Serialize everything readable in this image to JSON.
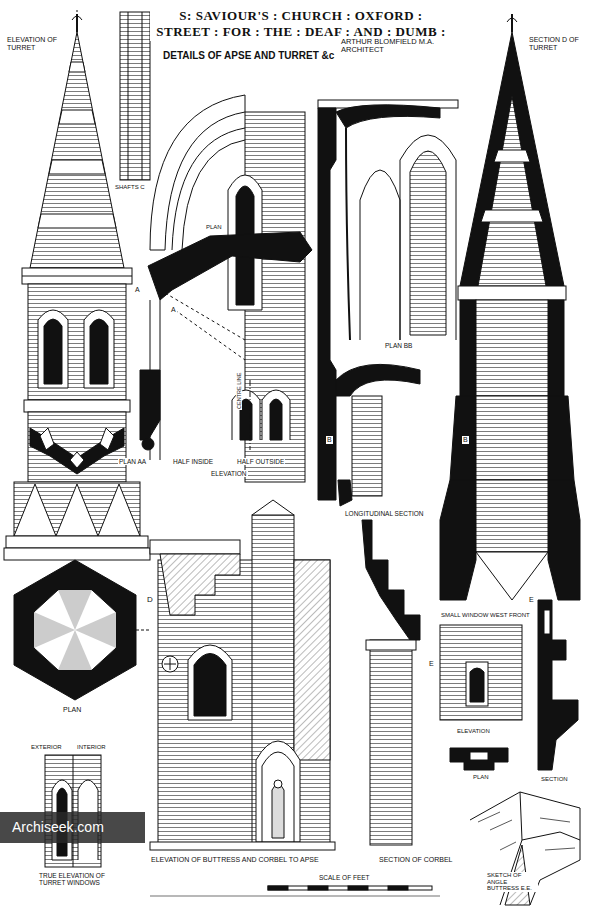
{
  "diagram": {
    "title": "S: SAVIOUR'S : CHURCH : OXFORD : STREET : FOR : THE : DEAF : AND : DUMB :",
    "labels": [
      "ELEVATION OF TURRET",
      "DETAILS OF APSE AND TURRET &c",
      "ARTHUR BLOMFIELD M.A. ARCHITECT",
      "SECTION D OF TURRET",
      "SHAFTS C",
      "PLAN",
      "A",
      "A",
      "PLAN AA",
      "HALF INSIDE",
      "HALF OUTSIDE",
      "ELEVATION",
      "CENTRE LINE",
      "PLAN BB",
      "B",
      "B",
      "LONGITUDINAL SECTION",
      "PLAN",
      "D",
      "SMALL WINDOW WEST FRONT",
      "E",
      "ELEVATION",
      "PLAN",
      "SECTION",
      "E",
      "EXTERIOR",
      "INTERIOR",
      "TRUE ELEVATION OF TURRET WINDOWS",
      "ELEVATION OF BUTTRESS AND CORBEL TO APSE",
      "SECTION OF CORBEL",
      "SCALE OF FEET",
      "SKETCH OF ANGLE BUTTRESS E.E.",
      "Archiseek.com"
    ]
  }
}
